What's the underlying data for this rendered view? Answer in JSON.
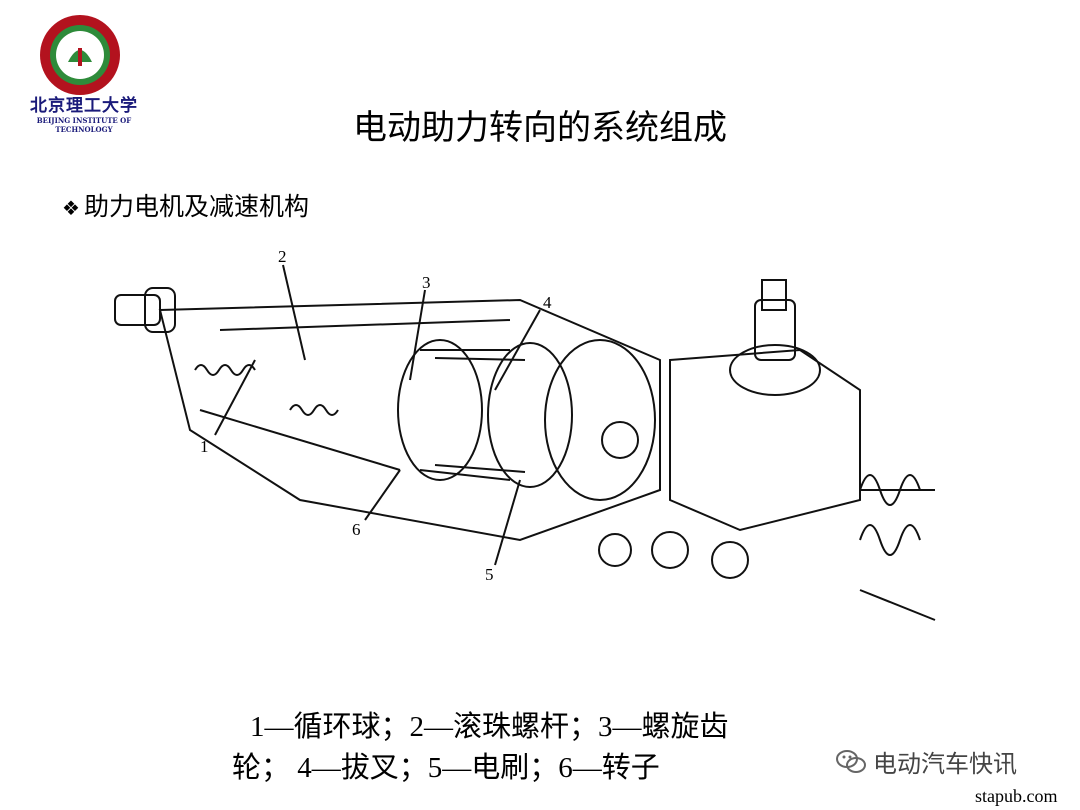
{
  "logo": {
    "name_cn": "北京理工大学",
    "name_en": "BEIJING INSTITUTE OF TECHNOLOGY"
  },
  "title": "电动助力转向的系统组成",
  "bullet": {
    "mark": "❖",
    "text": "助力电机及减速机构"
  },
  "figure": {
    "callouts": [
      "1",
      "2",
      "3",
      "4",
      "5",
      "6"
    ]
  },
  "caption": {
    "line1": "1—循环球；2—滚珠螺杆；3—螺旋齿",
    "line2": "轮；  4—拔叉；5—电刷；6—转子"
  },
  "watermark": {
    "wechat": "电动汽车快讯",
    "site": "stapub.com"
  }
}
